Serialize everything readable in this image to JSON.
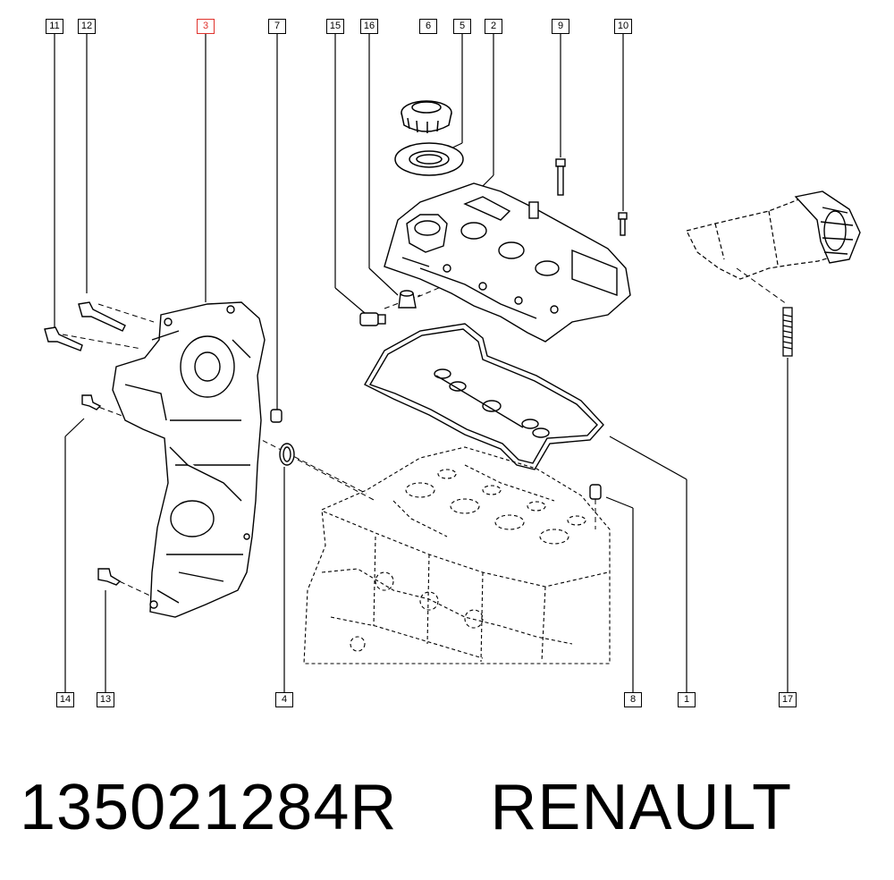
{
  "callouts": {
    "c11": "11",
    "c12": "12",
    "c3": "3",
    "c7": "7",
    "c15": "15",
    "c16": "16",
    "c6": "6",
    "c5": "5",
    "c2": "2",
    "c9": "9",
    "c10": "10",
    "c14": "14",
    "c13": "13",
    "c4": "4",
    "c8": "8",
    "c1": "1",
    "c17": "17"
  },
  "selected_callout": "3",
  "caption": {
    "part_number": "135021284R",
    "brand": "RENAULT"
  },
  "colors": {
    "line": "#000000",
    "selected": "#e0322c",
    "background": "#ffffff"
  }
}
